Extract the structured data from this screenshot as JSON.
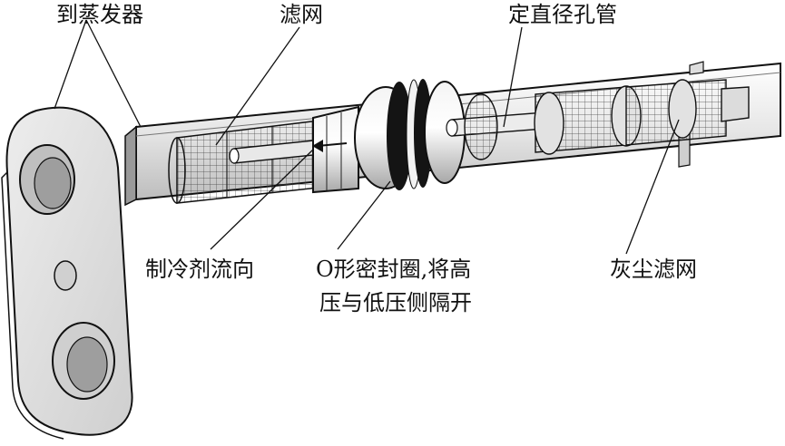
{
  "labels": {
    "to_evaporator": "到蒸发器",
    "filter_screen": "滤网",
    "fixed_orifice_tube": "定直径孔管",
    "refrigerant_flow": "制冷剂流向",
    "o_ring_line1": "O形密封圈,将高",
    "o_ring_line2": "压与低压侧隔开",
    "dust_filter": "灰尘滤网"
  },
  "colors": {
    "ink": "#111111",
    "metal_light": "#f2f2f2",
    "metal_mid": "#d6d6d6",
    "metal_dark": "#9a9a9a",
    "ring_black": "#141414"
  },
  "icons": {
    "flow_arrow": "arrow-left-icon"
  }
}
